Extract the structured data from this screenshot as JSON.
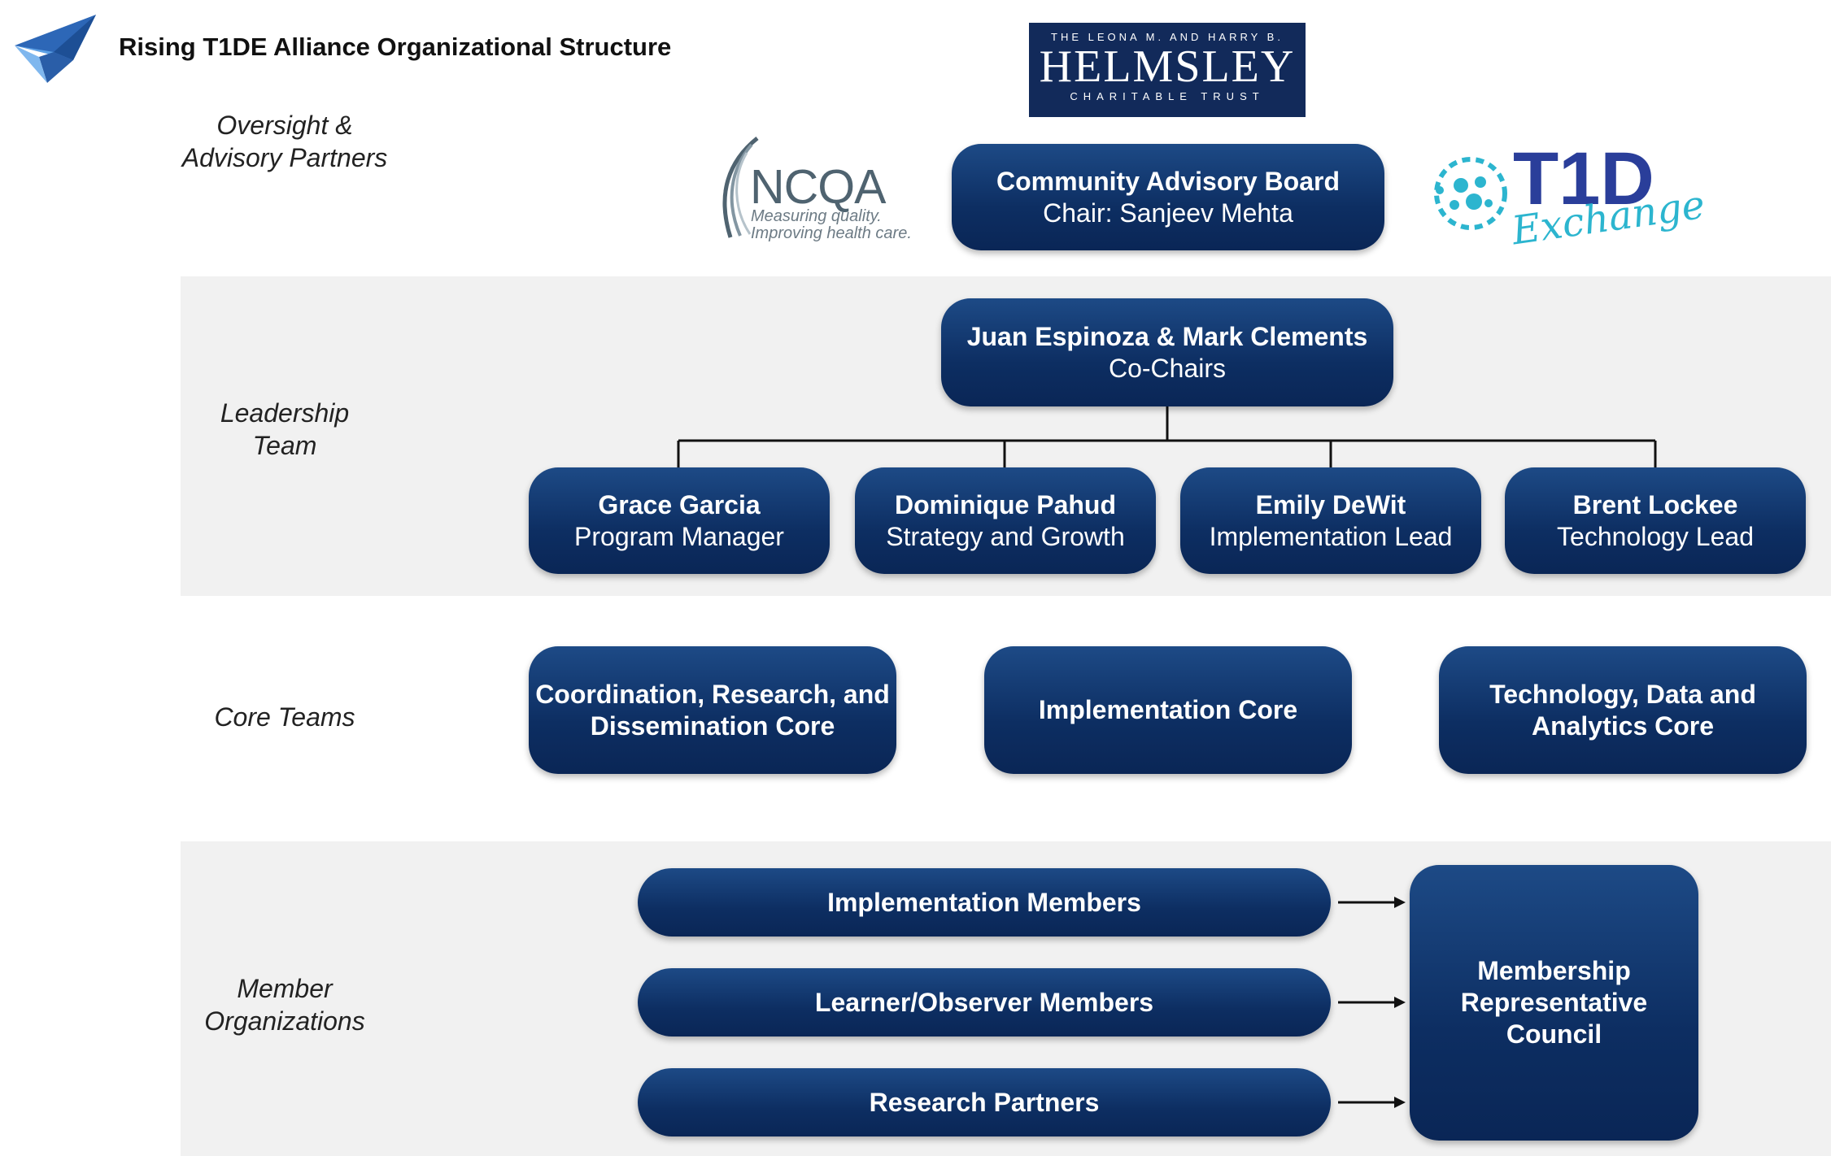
{
  "header": {
    "title": "Rising T1DE Alliance Organizational Structure",
    "logo_icon": "paper-plane-logo"
  },
  "sections": {
    "oversight": "Oversight &\nAdvisory Partners",
    "leadership": "Leadership\nTeam",
    "core": "Core Teams",
    "members": "Member\nOrganizations"
  },
  "partners": {
    "helmsley": {
      "top": "THE LEONA M. AND HARRY B.",
      "name": "HELMSLEY",
      "bottom": "CHARITABLE TRUST"
    },
    "ncqa": {
      "name": "NCQA",
      "tagline": "Measuring quality.\nImproving health care."
    },
    "t1d": {
      "name": "T1D",
      "script": "Exchange"
    }
  },
  "advisory_board": {
    "name": "Community Advisory Board",
    "role": "Chair: Sanjeev Mehta"
  },
  "co_chairs": {
    "name": "Juan Espinoza & Mark Clements",
    "role": "Co-Chairs"
  },
  "leaders": [
    {
      "name": "Grace Garcia",
      "role": "Program Manager"
    },
    {
      "name": "Dominique Pahud",
      "role": "Strategy and Growth"
    },
    {
      "name": "Emily DeWit",
      "role": "Implementation Lead"
    },
    {
      "name": "Brent Lockee",
      "role": "Technology Lead"
    }
  ],
  "cores": [
    "Coordination, Research, and\nDissemination Core",
    "Implementation Core",
    "Technology, Data and\nAnalytics Core"
  ],
  "members": [
    "Implementation Members",
    "Learner/Observer Members",
    "Research Partners"
  ],
  "council": "Membership\nRepresentative\nCouncil",
  "colors": {
    "box": "#0d2e62",
    "band": "#f1f1f1",
    "helmsley": "#122a5a",
    "t1d": "#2a3e9a",
    "t1d_accent": "#2cb5cf"
  }
}
